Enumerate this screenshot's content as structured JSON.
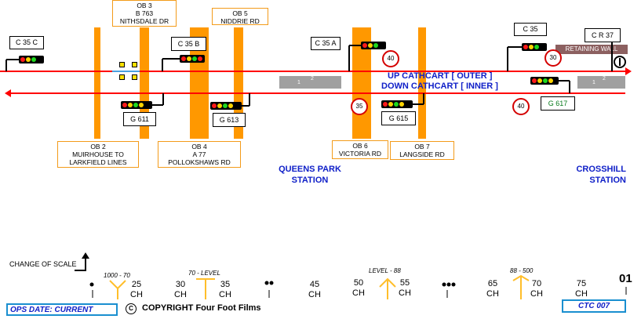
{
  "signals": {
    "c35c": "C 35 C",
    "c35b": "C 35 B",
    "c35a": "C 35 A",
    "c35": "C 35",
    "cr37": "C R 37",
    "g611": "G 611",
    "g613": "G 613",
    "g615": "G 615",
    "g617": "G 617"
  },
  "bridges": {
    "ob2": "OB 2\nMUIRHOUSE TO\nLARKFIELD LINES",
    "ob3": "OB 3\nB 763\nNITHSDALE DR",
    "ob4": "OB 4\nA 77\nPOLLOKSHAWS RD",
    "ob5": "OB 5\nNIDDRIE RD",
    "ob6": "OB 6\nVICTORIA RD",
    "ob7": "OB 7\nLANGSIDE RD"
  },
  "lines": {
    "up": "UP CATHCART [ OUTER ]",
    "down": "DOWN CATHCART [ INNER ]",
    "retaining_wall": "RETAINING WALL"
  },
  "stations": {
    "queens_park": "QUEENS PARK\nSTATION",
    "crosshill": "CROSSHILL\nSTATION"
  },
  "speeds": {
    "s40_up": "40",
    "s35_down": "35",
    "s30_up": "30",
    "s40_down": "40"
  },
  "platform_numbers": {
    "qp1": "1",
    "qp2": "2",
    "ch1": "1",
    "ch2": "2"
  },
  "scale": {
    "change_of_scale": "CHANGE OF SCALE",
    "grad1": "1000 - 70",
    "grad2": "70 - LEVEL",
    "grad3": "LEVEL - 88",
    "grad4": "88 - 500",
    "ch25": "25\nCH",
    "ch30": "30\nCH",
    "ch35": "35\nCH",
    "ch45": "45\nCH",
    "ch50": "50\nCH",
    "ch55": "55\nCH",
    "ch65": "65\nCH",
    "ch70": "70\nCH",
    "ch75": "75\nCH",
    "mile": "01"
  },
  "footer": {
    "ops_date": "OPS DATE: CURRENT",
    "copyright_symbol": "C",
    "copyright": "COPYRIGHT Four Foot Films",
    "ctc": "CTC 007"
  },
  "colors": {
    "track": "#ff0000",
    "bridge": "#ff9800",
    "text_blue": "#1020c8",
    "speed_ring": "#d40000"
  }
}
